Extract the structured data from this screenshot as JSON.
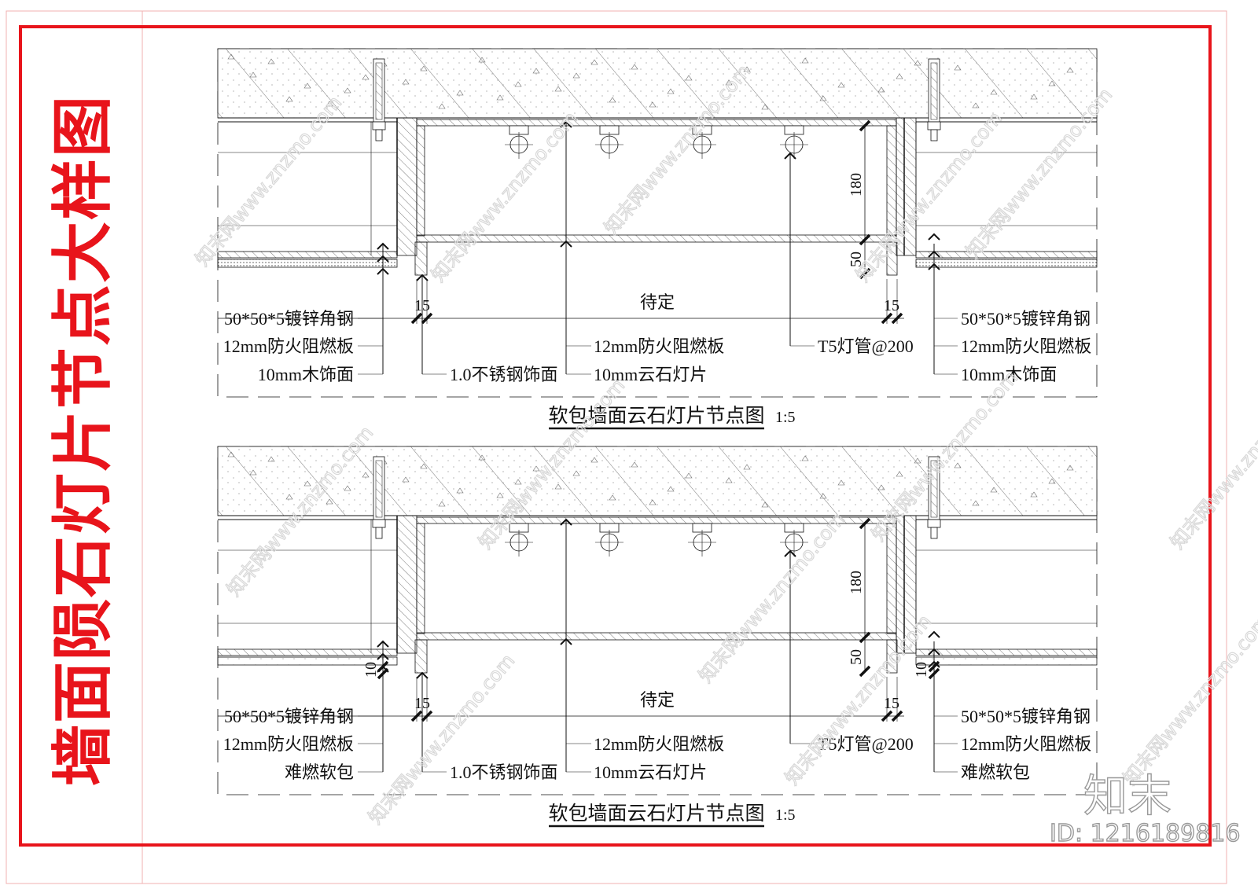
{
  "sheet_title": "墙面陨石灯片节点大样图",
  "colors": {
    "frame_red": "#e8141b",
    "line": "#111111",
    "watermark": "#d8d8d8"
  },
  "details": [
    {
      "title": "软包墙面云石灯片节点图",
      "scale": "1:5",
      "dims": {
        "height_upper": "180",
        "height_lower": "50",
        "left_gap": "15",
        "right_gap": "15",
        "width": "待定",
        "finish_left": "",
        "finish_right": ""
      },
      "labels_left": [
        "50*50*5镀锌角钢",
        "12mm防火阻燃板",
        "10mm木饰面"
      ],
      "label_trim": "1.0不锈钢饰面",
      "labels_center": [
        "12mm防火阻燃板",
        "10mm云石灯片"
      ],
      "label_lamp": "T5灯管@200",
      "labels_right": [
        "50*50*5镀锌角钢",
        "12mm防火阻燃板",
        "10mm木饰面"
      ]
    },
    {
      "title": "软包墙面云石灯片节点图",
      "scale": "1:5",
      "dims": {
        "height_upper": "180",
        "height_lower": "50",
        "left_gap": "15",
        "right_gap": "15",
        "width": "待定",
        "finish_left": "10",
        "finish_right": "10"
      },
      "labels_left": [
        "50*50*5镀锌角钢",
        "12mm防火阻燃板",
        "难燃软包"
      ],
      "label_trim": "1.0不锈钢饰面",
      "labels_center": [
        "12mm防火阻燃板",
        "10mm云石灯片"
      ],
      "label_lamp": "T5灯管@200",
      "labels_right": [
        "50*50*5镀锌角钢",
        "12mm防火阻燃板",
        "难燃软包"
      ]
    }
  ],
  "watermark": {
    "text": "知末网www.znzmo.com",
    "logo": "知末",
    "id": "ID: 1216189816"
  }
}
